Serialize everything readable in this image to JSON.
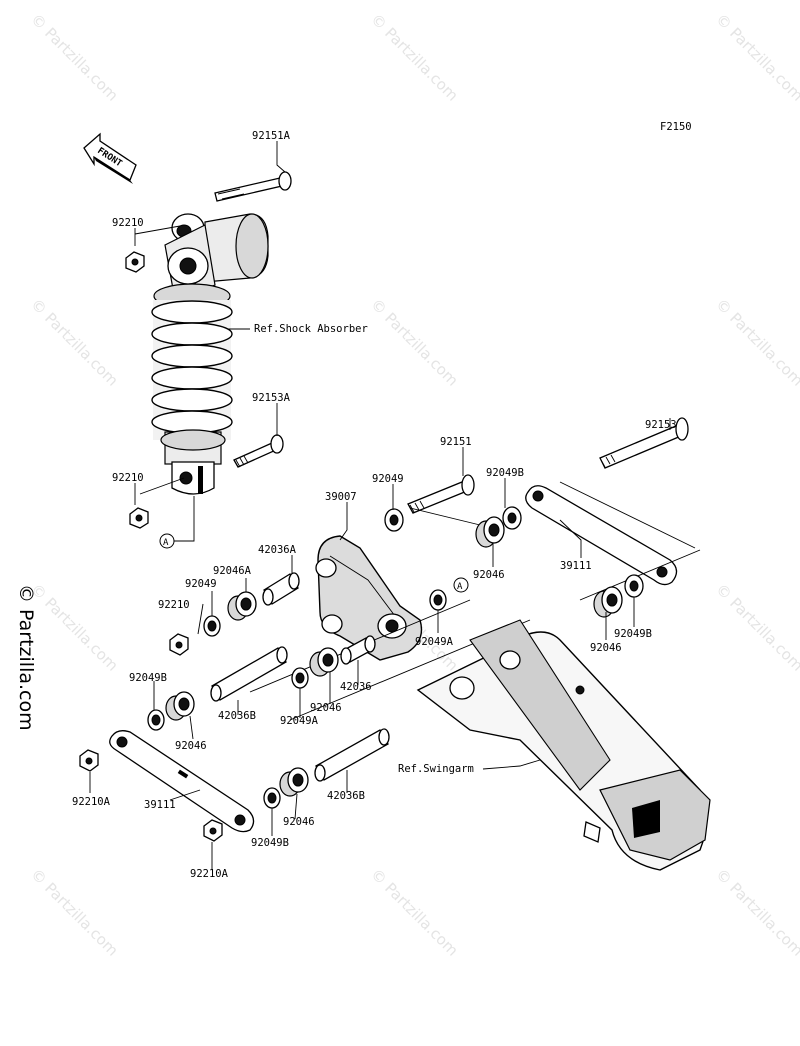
{
  "figure_code": "F2150",
  "front_arrow_label": "FRONT",
  "side_watermark": "© Partzilla.com",
  "watermark_text": "© Partzilla.com",
  "reference_labels": {
    "shock": "Ref.Shock Absorber",
    "swingarm": "Ref.Swingarm"
  },
  "callout_marker": "A",
  "part_labels": [
    "92151A",
    "92210",
    "92153A",
    "92210",
    "92153",
    "92151",
    "92049",
    "92049B",
    "39007",
    "42036A",
    "92046A",
    "92049",
    "92210",
    "92046",
    "39111",
    "92049A",
    "92049B",
    "92046",
    "42036",
    "92049B",
    "42036B",
    "92046",
    "92049A",
    "92046",
    "92210A",
    "39111",
    "42036B",
    "92046",
    "92049B",
    "92210A"
  ]
}
